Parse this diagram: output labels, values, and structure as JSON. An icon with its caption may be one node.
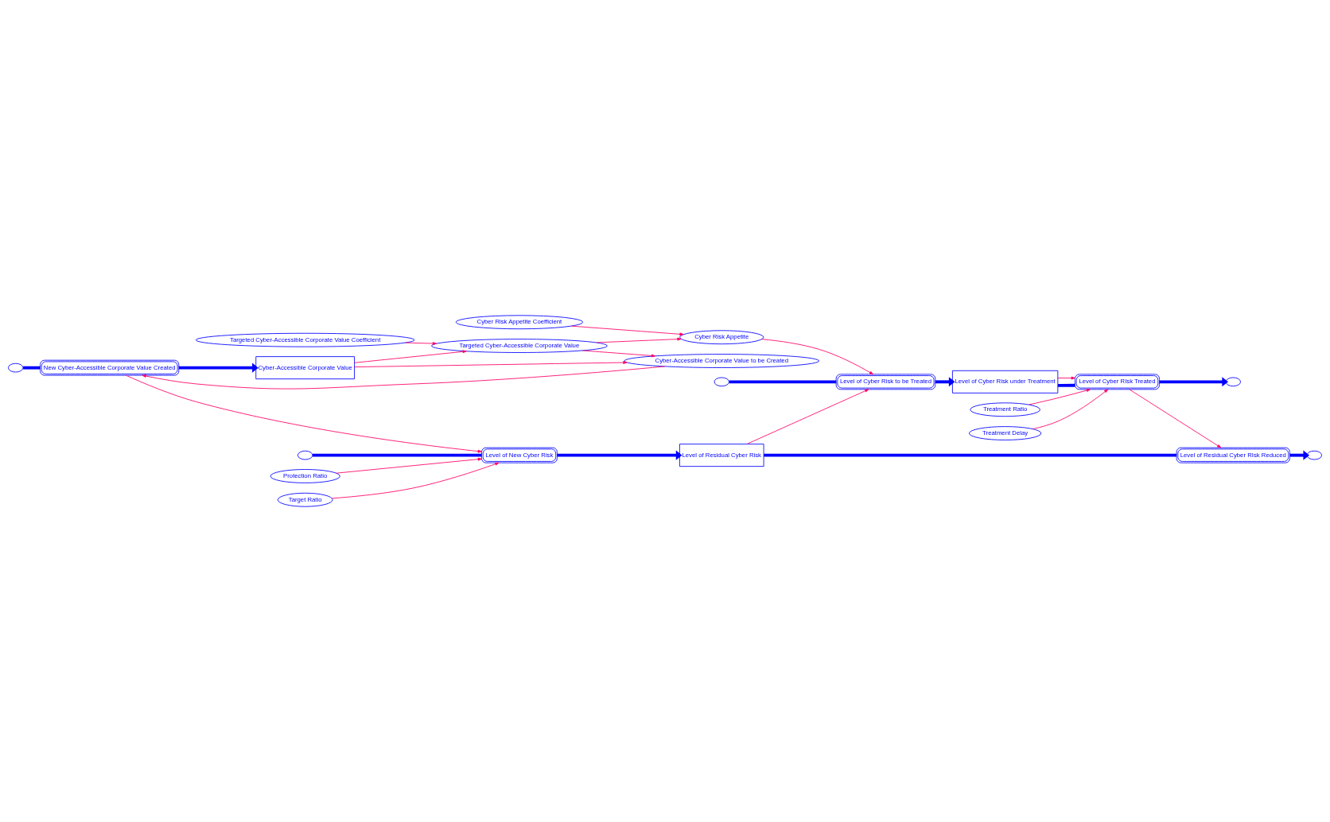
{
  "diagram": {
    "nodes": [
      {
        "text": [
          "Cyber Risk Appetite Coefficient"
        ]
      },
      {
        "text": [
          "Cyber Risk Appetite"
        ]
      },
      {
        "text": [
          "Targeted Cyber-Accessible Corporate Value Coefficient"
        ]
      },
      {
        "text": [
          "Targeted Cyber-Accessible Corporate Value"
        ]
      },
      {
        "text": [
          "Treatment Ratio"
        ]
      },
      {
        "text": [
          "Treatment Delay"
        ]
      },
      {
        "text": [
          "Level of Cyber Risk under Treatment"
        ]
      },
      {
        "text": [
          "Level of Cyber Risk to be Treated"
        ]
      },
      {
        "text": [
          "Level of Cyber RIsk Treated"
        ]
      },
      {
        "text": [],
        "shape": "cloud"
      },
      {
        "text": [],
        "shape": "cloud"
      },
      {
        "text": [
          "Cyber-Accessible Corporate Value"
        ]
      },
      {
        "text": [
          "New Cyber-Accessible Corporate Value Created"
        ]
      },
      {
        "text": [],
        "shape": "cloud"
      },
      {
        "text": [
          "Cyber-Accessible Corporate Value to be Created"
        ]
      },
      {
        "text": [
          "Level of Residual Cyber Risk"
        ]
      },
      {
        "text": [
          "Level of New Cyber Risk"
        ]
      },
      {
        "text": [
          "Level of Residual Cyber RIsk Reduced"
        ]
      },
      {
        "text": [],
        "shape": "cloud"
      },
      {
        "text": [],
        "shape": "cloud"
      },
      {
        "text": [
          "Protection Ratio"
        ]
      },
      {
        "text": [
          "Target Ratio"
        ]
      }
    ],
    "edges": [
      {
        "from": 9,
        "to": 7,
        "arrow": "none",
        "style": "thick",
        "color": "#0000ff"
      },
      {
        "from": 7,
        "to": 6,
        "arrow": "to",
        "style": "thick",
        "color": "#0000ff"
      },
      {
        "from": 6,
        "to": 8,
        "arrow": "none",
        "style": "thick",
        "color": "#0000ff"
      },
      {
        "from": 8,
        "to": 10,
        "arrow": "to",
        "style": "thick",
        "color": "#0000ff"
      },
      {
        "from": 13,
        "to": 12,
        "arrow": "none",
        "style": "thick",
        "color": "#0000ff"
      },
      {
        "from": 12,
        "to": 11,
        "arrow": "to",
        "style": "thick",
        "color": "#0000ff"
      },
      {
        "from": 18,
        "to": 16,
        "arrow": "none",
        "style": "thick",
        "color": "#0000ff"
      },
      {
        "from": 16,
        "to": 15,
        "arrow": "to",
        "style": "thick",
        "color": "#0000ff"
      },
      {
        "from": 15,
        "to": 17,
        "arrow": "none",
        "style": "thick",
        "color": "#0000ff"
      },
      {
        "from": 17,
        "to": 19,
        "arrow": "to",
        "style": "thick",
        "color": "#0000ff"
      },
      {
        "from": 0,
        "to": 1,
        "arrow": "to"
      },
      {
        "from": 3,
        "to": 1,
        "arrow": "to"
      },
      {
        "from": 2,
        "to": 3,
        "arrow": "to"
      },
      {
        "from": 1,
        "to": 7,
        "arrow": "to"
      },
      {
        "from": 15,
        "to": 7,
        "arrow": "to"
      },
      {
        "from": 6,
        "to": 8,
        "arrow": "to"
      },
      {
        "from": 4,
        "to": 8,
        "arrow": "to"
      },
      {
        "from": 5,
        "to": 8,
        "arrow": "to"
      },
      {
        "from": 8,
        "to": 17,
        "arrow": "to"
      },
      {
        "from": 11,
        "to": 3,
        "arrow": "to"
      },
      {
        "from": 3,
        "to": 14,
        "arrow": "to"
      },
      {
        "from": 11,
        "to": 14,
        "arrow": "to"
      },
      {
        "from": 14,
        "to": 12,
        "arrow": "to"
      },
      {
        "from": 20,
        "to": 16,
        "arrow": "to"
      },
      {
        "from": 21,
        "to": 16,
        "arrow": "to"
      },
      {
        "from": 12,
        "to": 16,
        "arrow": "to"
      }
    ]
  }
}
